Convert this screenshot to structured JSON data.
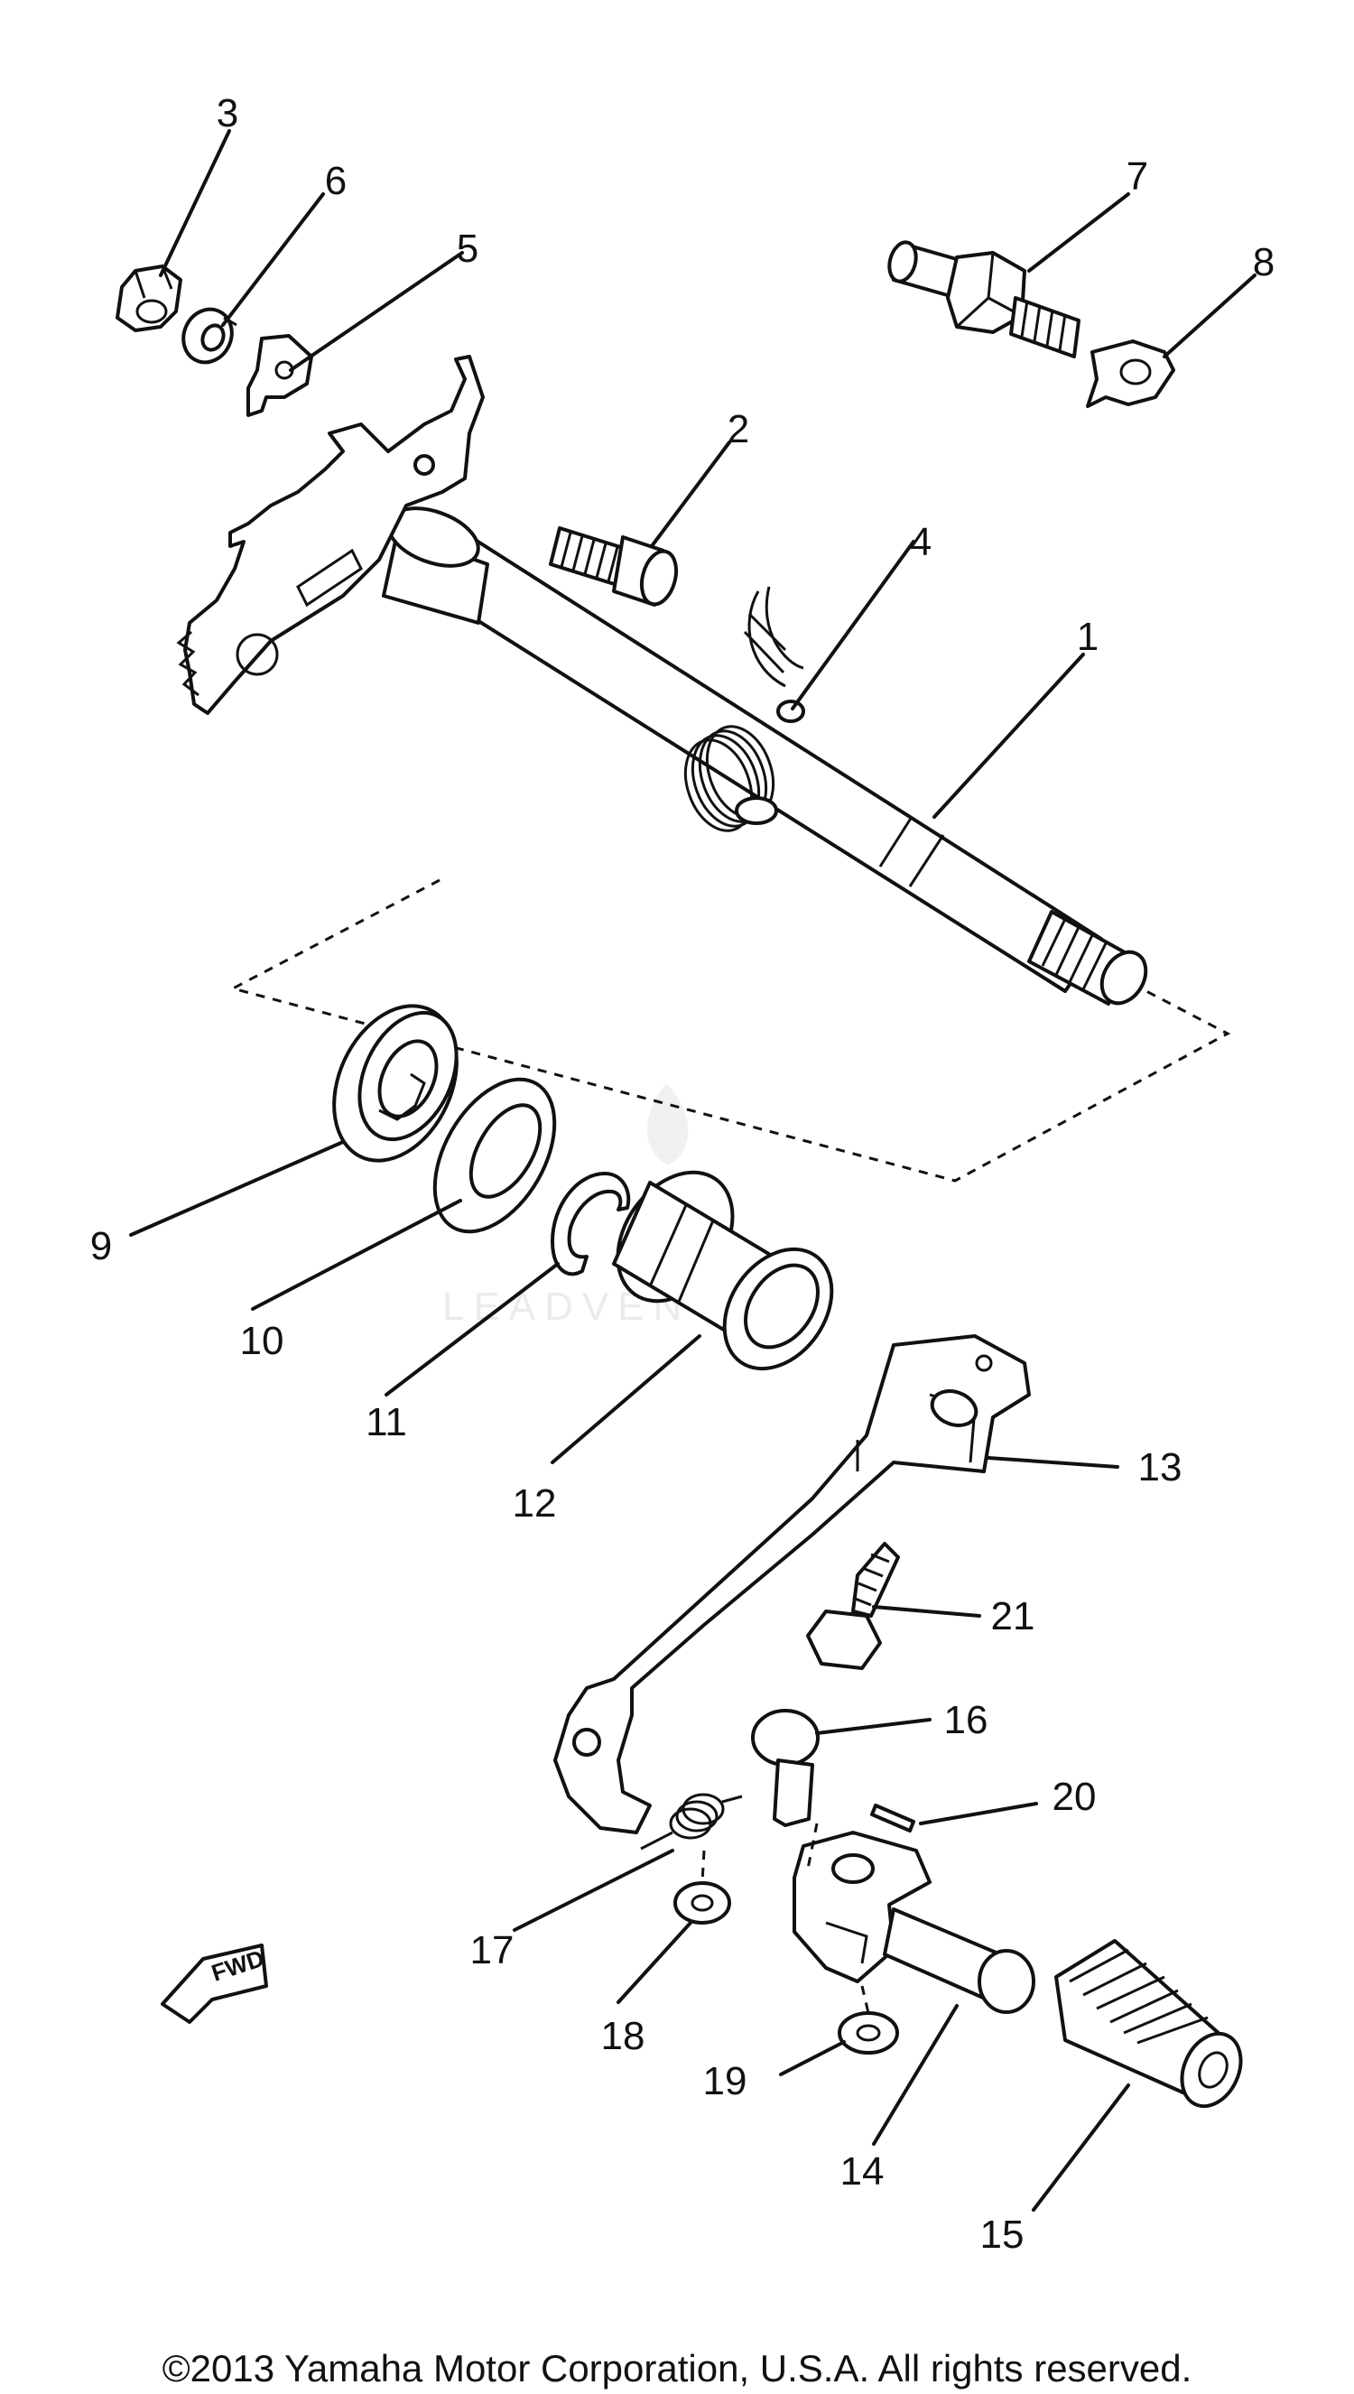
{
  "callouts": {
    "c1": "1",
    "c2": "2",
    "c3": "3",
    "c4": "4",
    "c5": "5",
    "c6": "6",
    "c7": "7",
    "c8": "8",
    "c9": "9",
    "c10": "10",
    "c11": "11",
    "c12": "12",
    "c13": "13",
    "c14": "14",
    "c15": "15",
    "c16": "16",
    "c17": "17",
    "c18": "18",
    "c19": "19",
    "c20": "20",
    "c21": "21"
  },
  "fwd_label": "FWD",
  "watermark": "LEADVENTURE",
  "copyright": "©2013 Yamaha Motor Corporation, U.S.A. All rights reserved.",
  "colors": {
    "ink": "#111111",
    "paper": "#ffffff",
    "watermark": "#dedede"
  }
}
